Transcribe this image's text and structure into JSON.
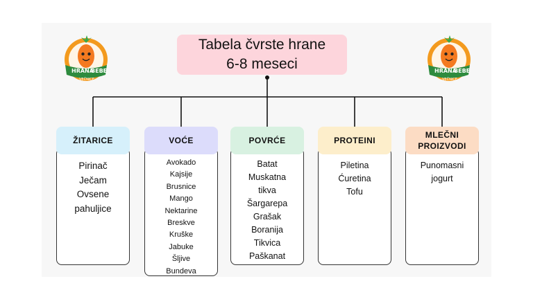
{
  "title": {
    "line1": "Tabela čvrste hrane",
    "line2": "6-8 meseci"
  },
  "logo": {
    "text_left": "HRANA",
    "text_right": "BEBE",
    "text_small": "ZA",
    "ribbon": "VEČNICE",
    "colors": {
      "ring": "#f39a1e",
      "ribbon": "#2e8b3e",
      "carrot": "#f47a20",
      "leaf": "#3aa84a"
    }
  },
  "categories": [
    {
      "name": "ŽITARICE",
      "color": "#d6f0fb",
      "items": [
        "Pirinač",
        "Ječam",
        "Ovsene",
        "pahuljice"
      ]
    },
    {
      "name": "VOĆE",
      "color": "#dcdcfb",
      "items": [
        "Avokado",
        "Kajsije",
        "Brusnice",
        "Mango",
        "Nektarine",
        "Breskve",
        "Kruške",
        "Jabuke",
        "Šljive",
        "Bundeva"
      ]
    },
    {
      "name": "POVRĆE",
      "color": "#d8f1e1",
      "items": [
        "Batat",
        "Muskatna",
        "tikva",
        "Šargarepa",
        "Grašak",
        "Boranija",
        "Tikvica",
        "Paškanat"
      ]
    },
    {
      "name": "PROTEINI",
      "color": "#fdeecb",
      "items": [
        "Piletina",
        "Ćuretina",
        "Tofu"
      ]
    },
    {
      "name": "MLEČNI PROIZVODI",
      "color": "#fcdcc4",
      "items": [
        "Punomasni",
        "jogurt"
      ]
    }
  ]
}
